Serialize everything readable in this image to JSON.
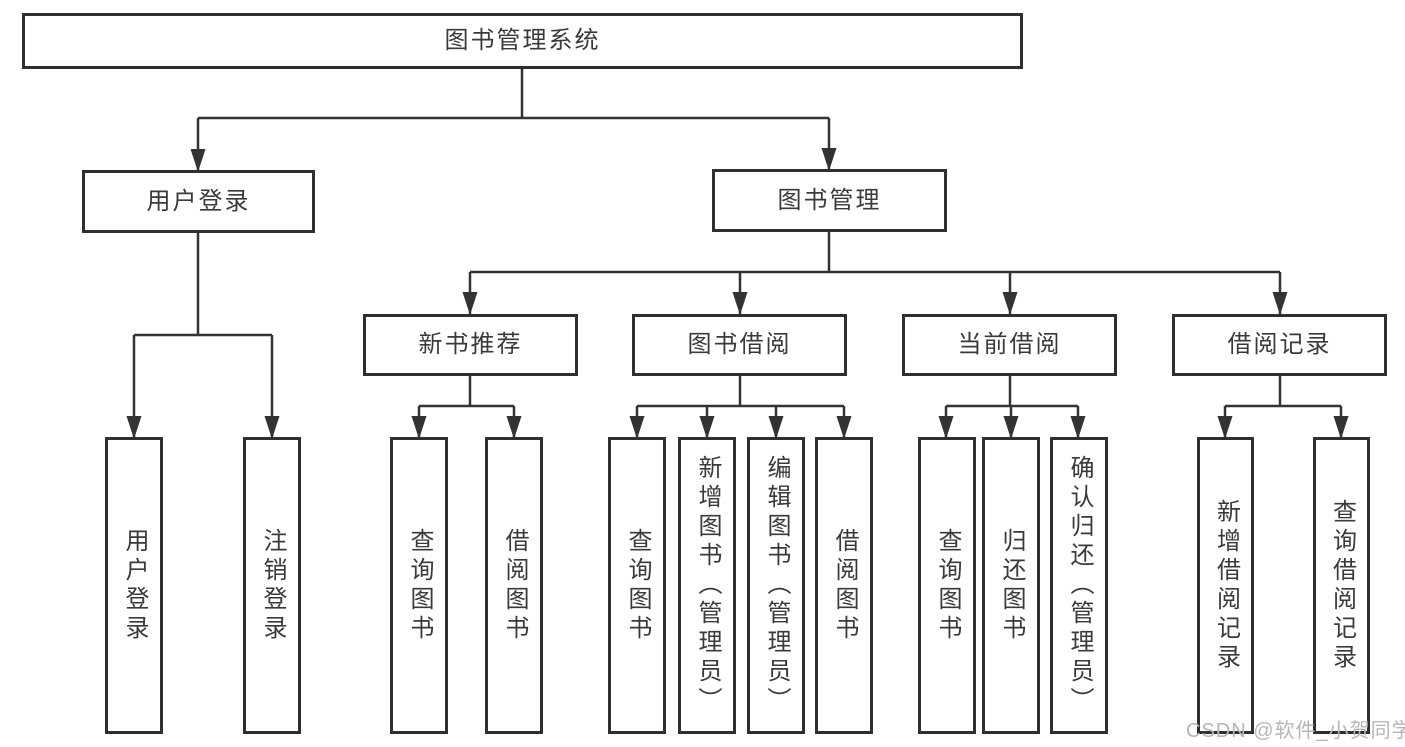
{
  "diagram": {
    "root": {
      "label": "图书管理系统"
    },
    "branches": [
      {
        "label": "用户登录",
        "children": [
          {
            "label": "用户登录"
          },
          {
            "label": "注销登录"
          }
        ]
      },
      {
        "label": "图书管理",
        "sections": [
          {
            "label": "新书推荐",
            "children": [
              {
                "label": "查询图书"
              },
              {
                "label": "借阅图书"
              }
            ]
          },
          {
            "label": "图书借阅",
            "children": [
              {
                "label": "查询图书"
              },
              {
                "label": "新增图书（管理员）"
              },
              {
                "label": "编辑图书（管理员）"
              },
              {
                "label": "借阅图书"
              }
            ]
          },
          {
            "label": "当前借阅",
            "children": [
              {
                "label": "查询图书"
              },
              {
                "label": "归还图书"
              },
              {
                "label": "确认归还（管理员）"
              }
            ]
          },
          {
            "label": "借阅记录",
            "children": [
              {
                "label": "新增借阅记录"
              },
              {
                "label": "查询借阅记录"
              }
            ]
          }
        ]
      }
    ]
  },
  "watermark": {
    "text": "CSDN @软件_小贺同学"
  },
  "colors": {
    "line": "#333333",
    "box_border": "#2f2f2f",
    "text": "#3a3a3a",
    "background": "#ffffff",
    "watermark": "#b9b5b5"
  }
}
